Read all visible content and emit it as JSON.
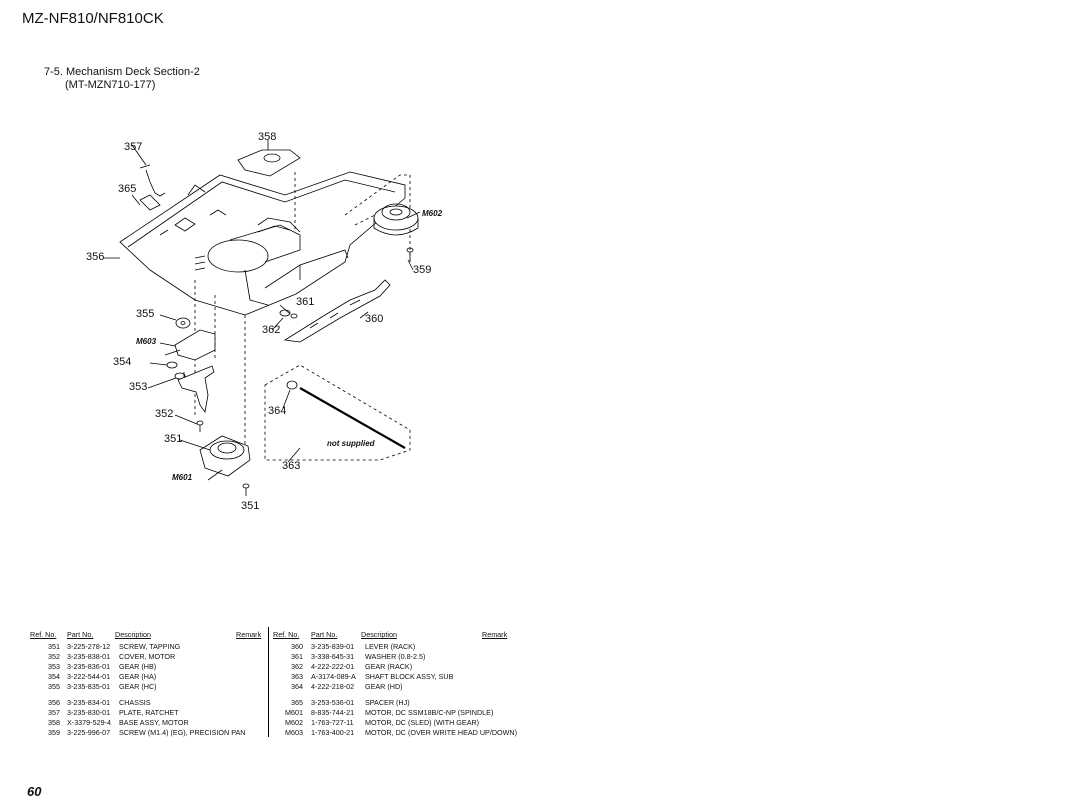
{
  "header": {
    "model": "MZ-NF810/NF810CK"
  },
  "section": {
    "title": "7-5.  Mechanism Deck Section-2",
    "subtitle": "(MT-MZN710-177)"
  },
  "callouts": {
    "c357": "357",
    "c358": "358",
    "c365": "365",
    "c356": "356",
    "c359": "359",
    "c355": "355",
    "c361": "361",
    "c362": "362",
    "c360": "360",
    "c354": "354",
    "c353": "353",
    "c352": "352",
    "c364": "364",
    "c351a": "351",
    "c363": "363",
    "c351b": "351",
    "m602": "M602",
    "m603": "M603",
    "m601": "M601",
    "not_supplied": "not supplied"
  },
  "table": {
    "headers": {
      "ref": "Ref. No.",
      "part": "Part No.",
      "desc": "Description",
      "remark": "Remark"
    },
    "left": [
      {
        "ref": "351",
        "part": "3-225-278-12",
        "desc": "SCREW, TAPPING"
      },
      {
        "ref": "352",
        "part": "3-235-838-01",
        "desc": "COVER, MOTOR"
      },
      {
        "ref": "353",
        "part": "3-235-836-01",
        "desc": "GEAR (HB)"
      },
      {
        "ref": "354",
        "part": "3-222-544-01",
        "desc": "GEAR (HA)"
      },
      {
        "ref": "355",
        "part": "3-235-835-01",
        "desc": "GEAR (HC)"
      },
      {
        "ref": "356",
        "part": "3-235-834-01",
        "desc": "CHASSIS"
      },
      {
        "ref": "357",
        "part": "3-235-830-01",
        "desc": "PLATE, RATCHET"
      },
      {
        "ref": "358",
        "part": "X-3379-529-4",
        "desc": "BASE ASSY, MOTOR"
      },
      {
        "ref": "359",
        "part": "3-225-996-07",
        "desc": "SCREW (M1.4) (EG), PRECISION PAN"
      }
    ],
    "right": [
      {
        "ref": "360",
        "part": "3-235-839-01",
        "desc": "LEVER (RACK)"
      },
      {
        "ref": "361",
        "part": "3-338-645-31",
        "desc": "WASHER (0.8-2.5)"
      },
      {
        "ref": "362",
        "part": "4-222-222-01",
        "desc": "GEAR (RACK)"
      },
      {
        "ref": "363",
        "part": "A-3174-089-A",
        "desc": "SHAFT BLOCK ASSY, SUB"
      },
      {
        "ref": "364",
        "part": "4-222-218-02",
        "desc": "GEAR (HD)"
      },
      {
        "ref": "365",
        "part": "3-253-536-01",
        "desc": "SPACER (HJ)"
      },
      {
        "ref": "M601",
        "part": "8-835-744-21",
        "desc": "MOTOR, DC SSM18B/C-NP (SPINDLE)"
      },
      {
        "ref": "M602",
        "part": "1-763-727-11",
        "desc": "MOTOR, DC (SLED) (WITH GEAR)"
      },
      {
        "ref": "M603",
        "part": "1-763-400-21",
        "desc": "MOTOR, DC (OVER WRITE HEAD UP/DOWN)"
      }
    ]
  },
  "footer": {
    "page_number": "60"
  }
}
